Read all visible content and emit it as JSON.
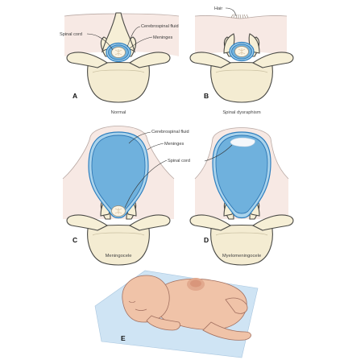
{
  "panels": {
    "a": {
      "letter": "A",
      "caption": "Normal"
    },
    "b": {
      "letter": "B",
      "caption": "Spinal dysraphism"
    },
    "c": {
      "letter": "C",
      "caption": "Meningocele"
    },
    "d": {
      "letter": "D",
      "caption": "Myelomeningocele"
    },
    "e": {
      "letter": "E"
    }
  },
  "labels": {
    "spinal_cord": "Spinal cord",
    "cerebrospinal_fluid": "Cerebrospinal fluid",
    "meninges": "Meninges",
    "hair": "Hair"
  },
  "colors": {
    "csf": "#6fb1dd",
    "meninges": "#a9d3ec",
    "bone": "#f6efd6",
    "skin": "#f7e9e4",
    "baby_skin": "#f0c3a8",
    "mat": "#cfe4f4"
  }
}
